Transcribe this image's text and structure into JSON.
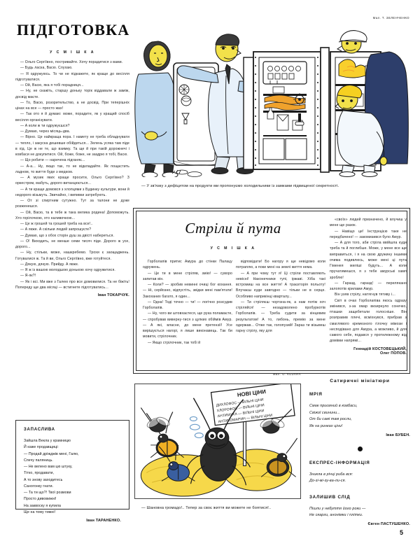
{
  "page": {
    "number": "5",
    "masthead": "ПІДГОТОВКА",
    "top_credit": "Мал. Т. ЗЕЛЕНЧЕНКО",
    "bottom_credit": "Мал. О. КОЗАНА"
  },
  "left_column": {
    "rubric": "У С М І Ш К А",
    "paragraphs": [
      "— Ольго Сергіївно, постривайте. Хочу порадитися з вами.",
      "— Будь ласка, Васю. Слухаю.",
      "— Я одружуюсь. То чи не підкажете, як краще до весілля підготуватися.",
      "— Ой, Васю, яка я тобі порадниця...",
      "— Ну, не скажіть, старшу доньку торік віддавали ж заміж, досвід маєте.",
      "— То, Васю, розорительство, а не досвід. При теперішніх цінах на все — просто жах!",
      "— Так ото я й думаю: може, порадите, як у кращий спосіб весілля організувати.",
      "— А коли ж ти одружуєшся?",
      "— Думаю, через місяць-два.",
      "— Вірно. Це найкраща пора. І намету не треба обладнувати — тепло, і закуска дешевше обійдеться... Зелень усяка там піде в хід. Це ж не те, що взимку. Та ще й при такій дорожнечі і ковбаси не докупитися. Ой, боже, боже, не заздрю я тобі, Васю.",
      "— Що робити — наречена підганяє...",
      "— А-а... Ну, якщо так, то не відкладайте. Як пощастить ладном, то життя буде з медком.",
      "— А музик яких краще просити, Ольго Сергіївно? З оркестром, мабуть, дорого витанцюється...",
      "— А ти краще домовся з хлопцями з Будинку культури, вони й недорого візьмуть. Звичайно, і випивки затребують.",
      "— От зі спиртним сутужно. Тут за талони не дуже розженешся.",
      "— Ой, Васю, та в тебе ж така велика родина! Допоможуть. Хто горілочкою, хто наливочкою...",
      "— Це ж грошей та грошей треба на все!..",
      "— А якже. А скільки людей запрошуєте?",
      "— Думаю, що з обох сторін душ за двісті набереться.",
      "— О! Виходить, не менше семи тисяч піде. Дорого ж усе, дорого...",
      "— Ну, стільки, може, нашкребемо. Трохи є заощаджень. Готувалися ж. Та й ви, Ольго Сергіївно, вже готуйтеся.",
      "— Дякую, дякую. Прийду. А якже.",
      "— Я ж із вашою молодшою донькою хочу одружитися.",
      "— Я-як?!",
      "— Як і всі. Ми вже з Галею про все домовилися. Та не біжіть! Попереду ще два місяці — встигнете підготуватись..."
    ],
    "signature": "Іван ТОКАРЧУК."
  },
  "poem_box": {
    "title": "ЗАПАСЛИВА",
    "lines": [
      "Зайшла Векла у крамницю",
      "Й каже продавщиці:",
      "— Продай дріжджів мені, Галю,",
      "Спечу паляниць.",
      "— Не велено вам цю штуку,",
      "Тітко, продавати,",
      "А то знову заходитесь",
      "Саногонку гнати.",
      "— Та ти що?! Твої розмови",
      "Просто дивовижні!",
      "На заквоску я купила",
      "Ще на тому тижні!"
    ],
    "signature": "Іван ТАРАНЕНКО."
  },
  "top_cartoon": {
    "name": "refrigerator-cartoon",
    "caption": "— У зв'язку з дефіцитом на продукти ми пропонуємо холодильники із замками підвищеної секретності."
  },
  "feature": {
    "title": "Стріли й пута",
    "rubric": "У С М І Ш К А",
    "column1": [
      "Горболапів притис Амура до стінки Палацу одружень.",
      "— Це ти в мене стріляв, змію! — суворо запитав він.",
      "— Коли? — зробив невинні очиці бог кохання. — Ні, серйозно, відпустіть, звідки мені пам'ятати! Закоханих багато, я один...",
      "— Одна! Тоді точно — ти! — логічно розсудив Горболапів.",
      "— Ну, чого ви штовхаєтеся, ще рука поламаєте, — спробував виверну-тися з цупких обіймів Амур. — А які, власне, до мене претензії! Усе вирішується нагорі, я лише виконавець. Так би мовити, стрілочник.",
      "— Якщо стрілочник, так тобі й"
    ],
    "column2": [
      "відповідати! Бо нагору я ще невідомо коли потраплю, а поки мені на землі життя нема.",
      "— А при чому тут я! Ці стріли поставляють невісні! Наконечники тупі, іржаві. Хіба такі встромиш на все життя! А траєкторія польоту! Влучаєш куди завгодно — тільки не в серце. Особливо наприкінці кварталу...",
      "— Ти стріляєш чортзна-як, а нам потім хоч стріляйся! — незадоволено пробуркотів Горболапів. — Треба судити за кінцевим результатом! А то, либонь, премію за мене одержав... Отже так, голопузий! Зараз ти візьмеш гарну стрілу, яку для"
    ],
    "column3": [
      "«своїх» людей призначено, й влучиш у мене ще разок.",
      "— Навіщо це! Інструкцією таке не передбачено! — закомизився було Амур.",
      "— А для того, аби стріла ввійшла куди треба та й поглибше. Може, у мене все ще виправиться, і я на свою дружину іншими очима подивлюсь, може мені ці пута Гіменея милішi будуть... А коли пручатимешся, я з тебе амурські хамп зроблю!",
      "— Гаразд, гаразд! — перелякано залопотів крилами Амур.",
      "Він узяв стрілу, натягнув тятиву і...",
      "Світ в очах Горболапіва якось одразу змінився, з-за хмар визирнуло сонечко, пташки защебетали голосніше. Він розправив плечі, всміхнувся, прибрав з смаглявого кремезного гілочку мімози і несподівано для Амура, а можливо, й для самого себе, подався у протилежному від домівки напрямі..."
    ],
    "signatures": [
      "Геннадій КОСТОВЕЦЬКИЙ,",
      "Олег ПОПОВ."
    ]
  },
  "bottom_cartoon": {
    "name": "insects-price-sign-cartoon",
    "sign_heading": "НОВІ ЦІНИ",
    "sign_lines": [
      "ДИХЛОФОС — ВІЛЬНІ ЦІНИ",
      "ХЛОРОФОС — ВІЛЬНІ ЦІНИ",
      "АНТИМУХА — ВІЛЬНІ ЦІНИ",
      "АНТИКОМАРИН — ВІЛЬНІ ЦІНИ"
    ],
    "caption": "— Шановна громадо!.. Тепер за своє життя ви можете не боятися!.."
  },
  "right_column": {
    "section_head": "Сатиричні мініатюри",
    "items": [
      {
        "title": "МРІЯ",
        "lines": [
          "Смак приємний в ковбаси,",
          "Свіжої свинини...",
          "От би самі там росли,",
          "Як на ринках ціни!"
        ],
        "signature": "Іван БУБЕН."
      },
      {
        "title": "ЕКСПРЕС-ІНФОРМАЦІЯ",
        "lines": [
          "Зникла в річці риба вся:",
          "До-зі-мі-зу-ва-ли-ся."
        ],
        "signature": ""
      },
      {
        "title": "ЗАЛИШИВ СЛІД",
        "lines": [
          "Пішли у небуття його роки —",
          "Не скарги, анонімки і плітки."
        ],
        "signature": "Євген ПАСТУШЕНКО."
      }
    ]
  }
}
